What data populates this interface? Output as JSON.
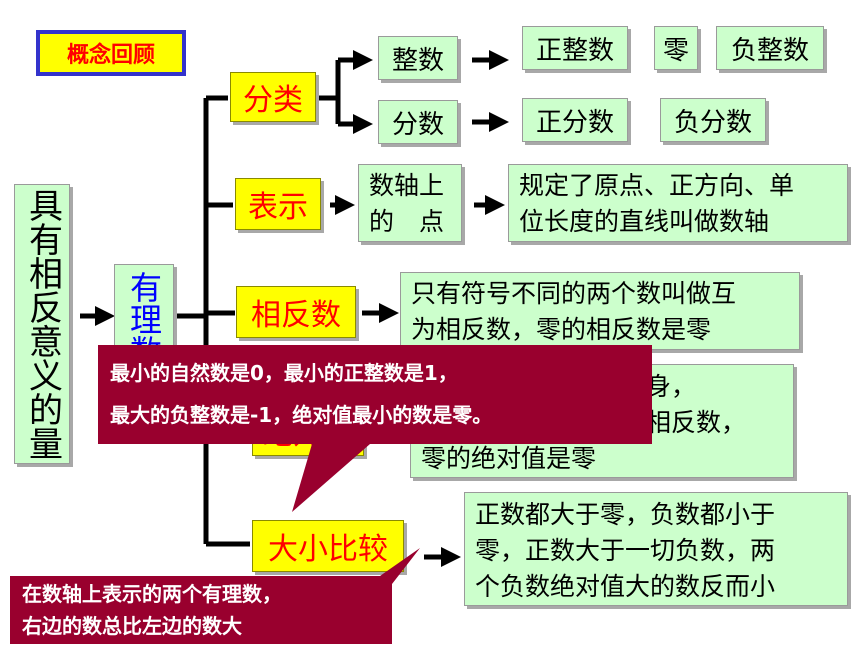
{
  "title_badge": "概念回顾",
  "root": "具有相反意义的量",
  "rational": "有理数",
  "categories": {
    "classification": "分类",
    "representation": "表示",
    "opposite": "相反数",
    "absolute": "绝对值",
    "comparison": "大小比较"
  },
  "classification": {
    "integer": "整数",
    "fraction": "分数",
    "integer_items": [
      "正整数",
      "零",
      "负整数"
    ],
    "fraction_items": [
      "正分数",
      "负分数"
    ]
  },
  "representation": {
    "point_line1": "数轴上",
    "point_line2": "的　点",
    "definition_line1": "规定了原点、正方向、单",
    "definition_line2": "位长度的直线叫做数轴"
  },
  "opposite": {
    "definition_line1": "只有符号不同的两个数叫做互",
    "definition_line2": "为相反数，零的相反数是零"
  },
  "absolute": {
    "line1": "正数的绝对值是它本身，",
    "line2": "负数的绝对值是它的相反数，",
    "line3": "零的绝对值是零"
  },
  "comparison": {
    "line1": "正数都大于零，负数都小于",
    "line2": "零，正数大于一切负数，两",
    "line3": "个负数绝对值大的数反而小"
  },
  "callout_top": {
    "line1": "最小的自然数是0，最小的正整数是1，",
    "line2": "最大的负整数是-1，绝对值最小的数是零。"
  },
  "callout_bottom": {
    "line1": "在数轴上表示的两个有理数，",
    "line2": "右边的数总比左边的数大"
  },
  "colors": {
    "node_fill": "#ccffcc",
    "badge_fill": "#ffff00",
    "badge_text": "#ff0000",
    "rational_text": "#0000ff",
    "callout_fill": "#99002e",
    "badge_border": "#3333cc"
  }
}
